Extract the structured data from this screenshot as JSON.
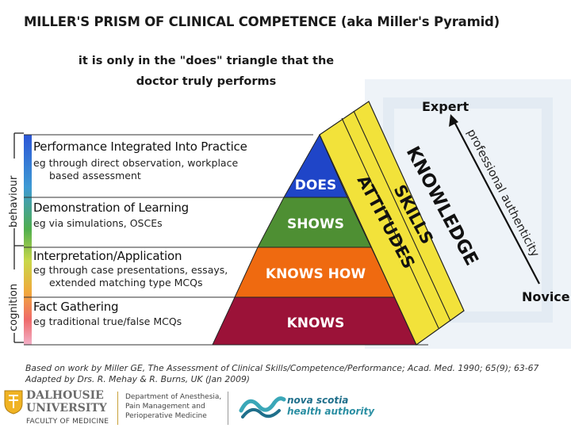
{
  "title": "MILLER'S PRISM OF CLINICAL COMPETENCE (aka Miller's Pyramid)",
  "subtitle": {
    "line1": "it is only in the \"does\" triangle that the",
    "line2": "doctor truly performs"
  },
  "axis": {
    "behaviour": "behaviour",
    "cognition": "cognition"
  },
  "rows": [
    {
      "title": "Performance Integrated Into Practice",
      "desc1": "eg through direct observation, workplace",
      "desc2": "based assessment",
      "level": "DOES",
      "color": "#1f45c8"
    },
    {
      "title": "Demonstration of Learning",
      "desc1": "eg via simulations, OSCEs",
      "desc2": "",
      "level": "SHOWS",
      "color": "#4e8f33"
    },
    {
      "title": "Interpretation/Application",
      "desc1": "eg through case presentations, essays,",
      "desc2": "extended matching type MCQs",
      "level": "KNOWS HOW",
      "color": "#ef6a10"
    },
    {
      "title": "Fact Gathering",
      "desc1": "eg traditional true/false MCQs",
      "desc2": "",
      "level": "KNOWS",
      "color": "#9b1238"
    }
  ],
  "prism": {
    "faces": [
      "KNOWLEDGE",
      "SKILLS",
      "ATTITUDES"
    ],
    "arrow_label": "professional authenticity",
    "expert": "Expert",
    "novice": "Novice",
    "color": "#f2e23a"
  },
  "citation": {
    "line1": "Based on work by Miller GE, The Assessment of Clinical Skills/Competence/Performance; Acad. Med. 1990; 65(9); 63-67",
    "line2": "Adapted by Drs. R. Mehay & R. Burns, UK (Jan 2009)"
  },
  "logos": {
    "dal1": "DALHOUSIE",
    "dal2": "UNIVERSITY",
    "dal3": "FACULTY OF MEDICINE",
    "dept1": "Department of Anesthesia,",
    "dept2": "Pain Management and",
    "dept3": "Perioperative Medicine",
    "ns1": "nova scotia",
    "ns2": "health authority"
  }
}
